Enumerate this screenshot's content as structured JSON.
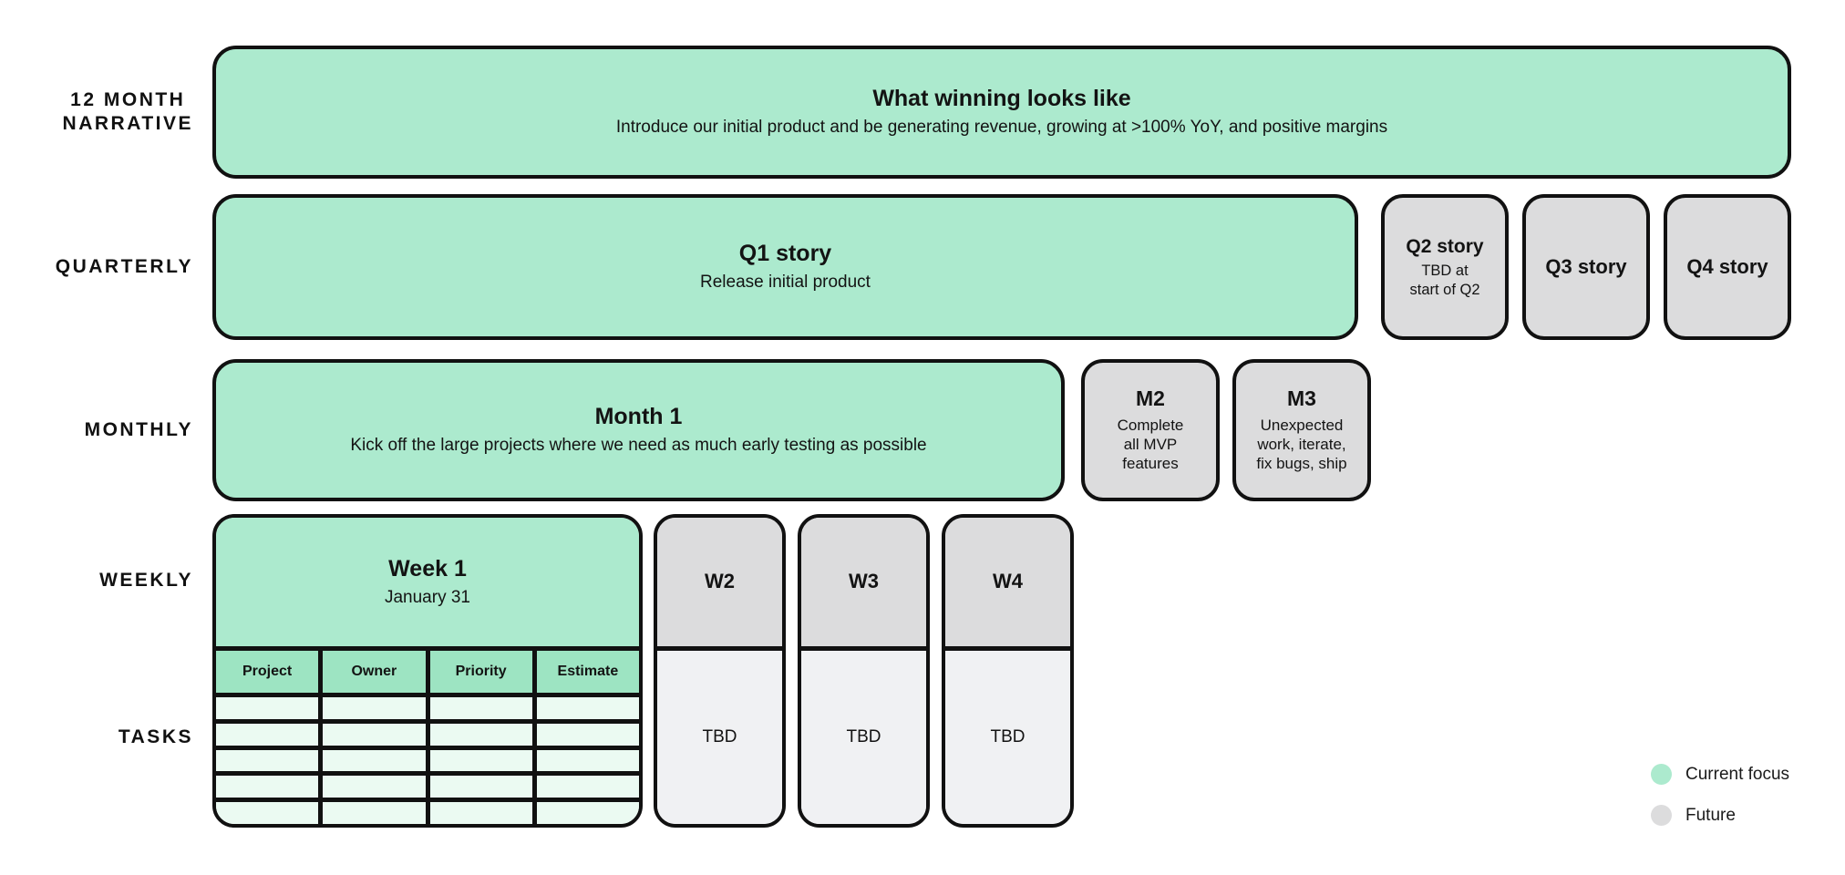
{
  "colors": {
    "current_focus_green": "#ACEACE",
    "table_header_green": "#9DE4C2",
    "table_cell_mint": "#EBFAF2",
    "future_gray": "#DCDCDD",
    "future_light_gray": "#F0F1F3",
    "border_black": "#111111"
  },
  "row_labels": {
    "narrative": "12 MONTH\nNARRATIVE",
    "quarterly": "QUARTERLY",
    "monthly": "MONTHLY",
    "weekly": "WEEKLY",
    "tasks": "TASKS"
  },
  "narrative": {
    "title": "What winning looks like",
    "subtitle": "Introduce our initial product and be generating revenue, growing at >100% YoY, and positive margins"
  },
  "quarterly": {
    "q1": {
      "title": "Q1 story",
      "subtitle": "Release initial product"
    },
    "q2": {
      "title": "Q2 story",
      "subtitle": "TBD at\nstart of Q2"
    },
    "q3": {
      "title": "Q3 story"
    },
    "q4": {
      "title": "Q4 story"
    }
  },
  "monthly": {
    "m1": {
      "title": "Month 1",
      "subtitle": "Kick off the large projects where we need as much early testing as possible"
    },
    "m2": {
      "title": "M2",
      "subtitle": "Complete\nall MVP\nfeatures"
    },
    "m3": {
      "title": "M3",
      "subtitle": "Unexpected\nwork, iterate,\nfix bugs, ship"
    }
  },
  "weekly": {
    "week1": {
      "title": "Week 1",
      "subtitle": "January 31"
    },
    "w2": {
      "title": "W2",
      "body": "TBD"
    },
    "w3": {
      "title": "W3",
      "body": "TBD"
    },
    "w4": {
      "title": "W4",
      "body": "TBD"
    }
  },
  "tasks_table": {
    "columns": [
      "Project",
      "Owner",
      "Priority",
      "Estimate"
    ],
    "empty_row_count": 5
  },
  "legend": {
    "items": [
      {
        "label": "Current focus",
        "color": "#ACEACE"
      },
      {
        "label": "Future",
        "color": "#DCDCDD"
      }
    ]
  }
}
